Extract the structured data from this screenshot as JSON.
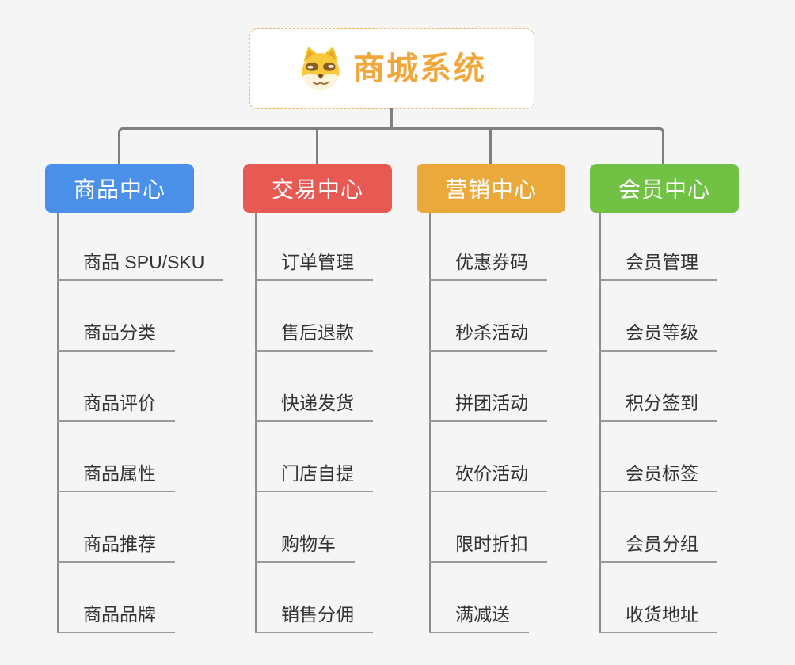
{
  "root": {
    "title": "商城系统",
    "icon": "doge-icon"
  },
  "colors": {
    "background": "#f5f5f5",
    "root_text": "#f0a83c",
    "root_border": "#eeb564",
    "connector": "#7f7f7f",
    "underline": "#9a9a9a",
    "item_text": "#333333",
    "branch_blue": "#4a8fe8",
    "branch_red": "#e75953",
    "branch_orange": "#eba93b",
    "branch_green": "#70c144"
  },
  "branches": [
    {
      "label": "商品中心",
      "color": "#4a8fe8",
      "items": [
        "商品 SPU/SKU",
        "商品分类",
        "商品评价",
        "商品属性",
        "商品推荐",
        "商品品牌"
      ]
    },
    {
      "label": "交易中心",
      "color": "#e75953",
      "items": [
        "订单管理",
        "售后退款",
        "快递发货",
        "门店自提",
        "购物车",
        "销售分佣"
      ]
    },
    {
      "label": "营销中心",
      "color": "#eba93b",
      "items": [
        "优惠券码",
        "秒杀活动",
        "拼团活动",
        "砍价活动",
        "限时折扣",
        "满减送"
      ]
    },
    {
      "label": "会员中心",
      "color": "#70c144",
      "items": [
        "会员管理",
        "会员等级",
        "积分签到",
        "会员标签",
        "会员分组",
        "收货地址"
      ]
    }
  ]
}
